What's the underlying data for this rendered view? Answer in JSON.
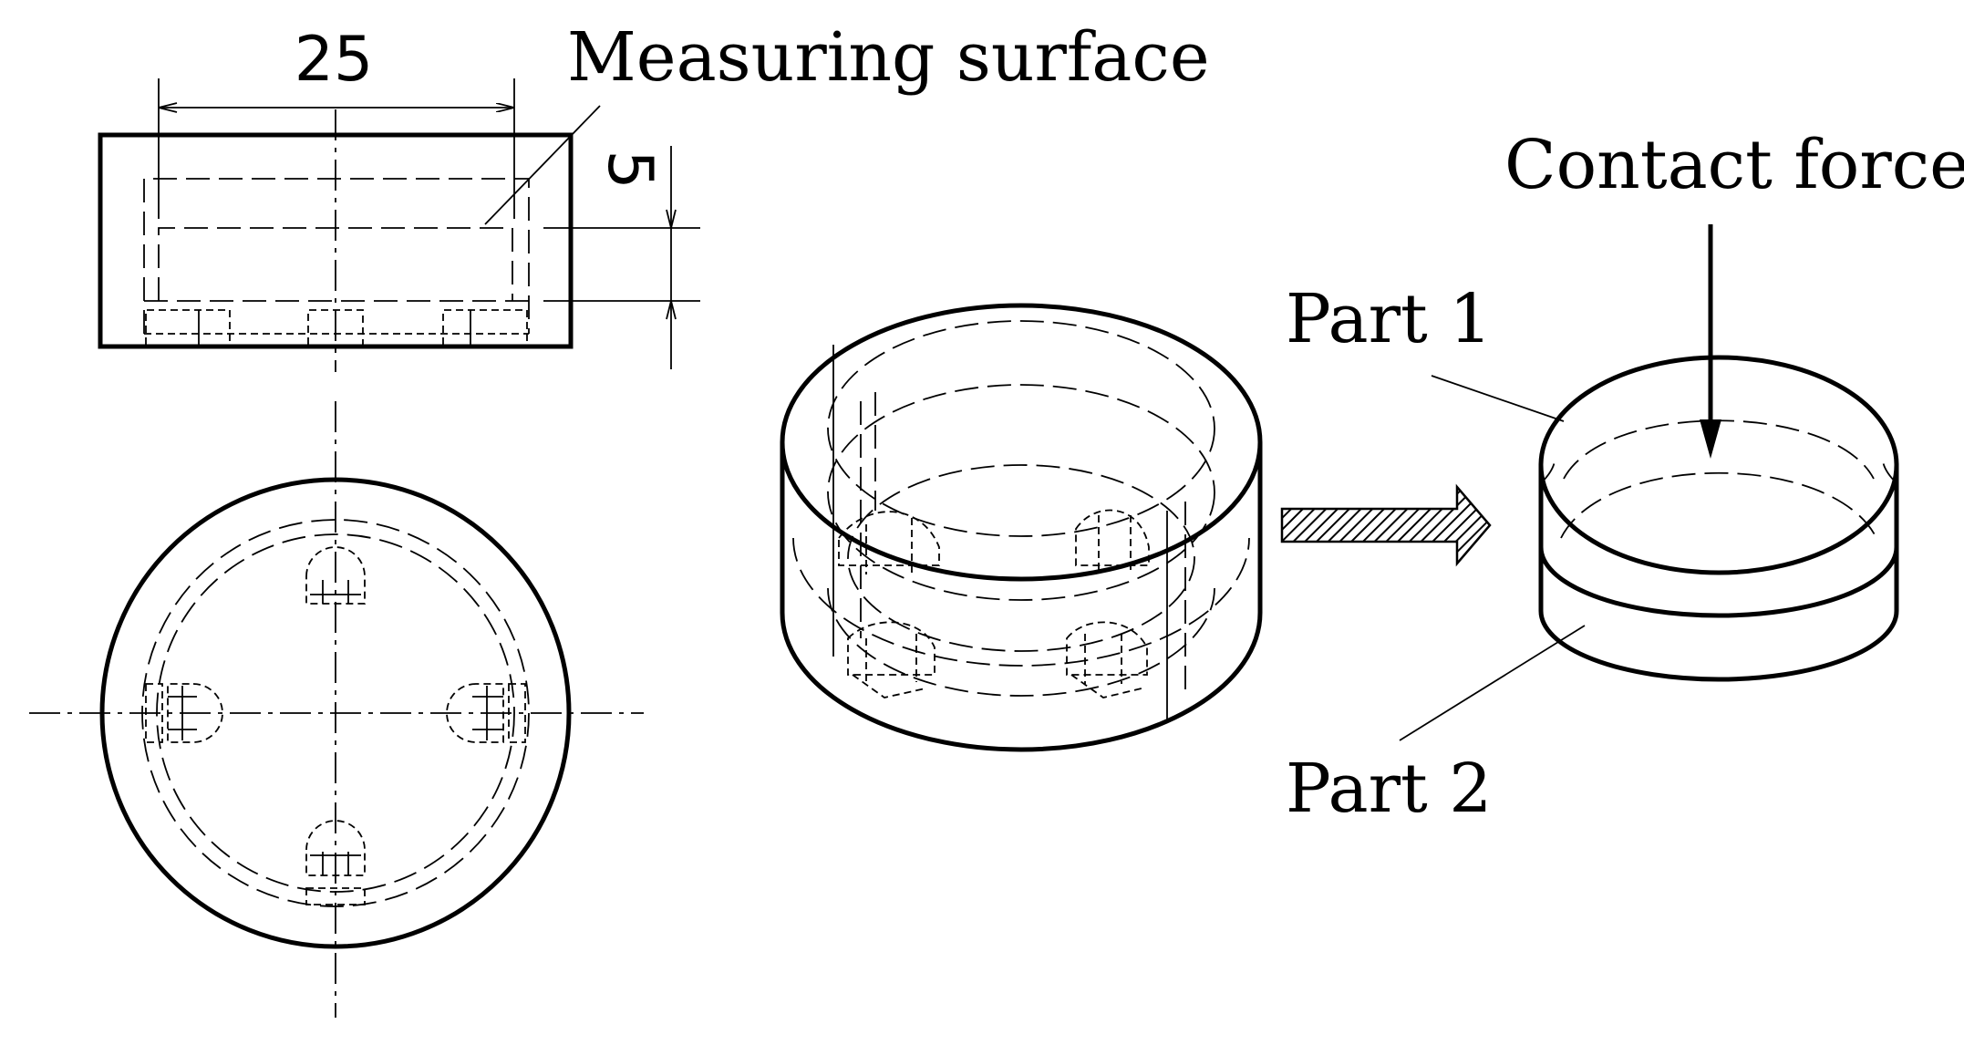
{
  "labels": {
    "dim_width": "25",
    "dim_height": "5",
    "measuring_surface": "Measuring surface",
    "contact_force": "Contact force",
    "part1": "Part 1",
    "part2": "Part 2"
  }
}
